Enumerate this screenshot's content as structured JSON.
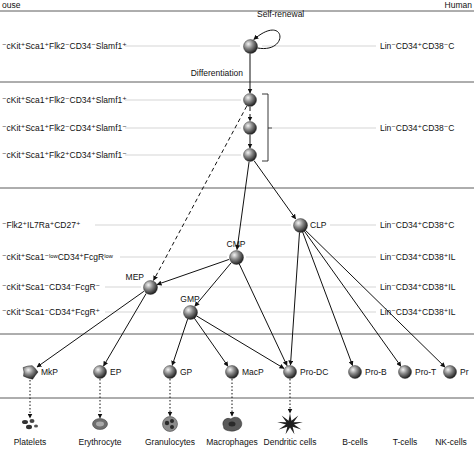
{
  "diagram": {
    "nodes": [
      {
        "text": []
      },
      {
        "text": []
      },
      {
        "text": []
      },
      {
        "text": []
      },
      {
        "text": [
          "CLP"
        ]
      },
      {
        "text": [
          "CMP"
        ]
      },
      {
        "text": [
          "MEP"
        ]
      },
      {
        "text": [
          "GMP"
        ]
      },
      {
        "text": [
          "MkP"
        ]
      },
      {
        "text": [
          "EP"
        ]
      },
      {
        "text": [
          "GP"
        ]
      },
      {
        "text": [
          "MacP"
        ]
      },
      {
        "text": [
          "Pro-DC"
        ]
      },
      {
        "text": [
          "Pro-B"
        ]
      },
      {
        "text": [
          "Pro-T"
        ]
      },
      {
        "text": [
          "Pr"
        ]
      },
      {
        "text": [
          "Platelets"
        ]
      },
      {
        "text": [
          "Erythrocyte"
        ]
      },
      {
        "text": [
          "Granulocytes"
        ]
      },
      {
        "text": [
          "Macrophages"
        ]
      },
      {
        "text": [
          "Dendritic cells"
        ]
      }
    ],
    "edges": [
      {
        "from": 0,
        "to": 0,
        "arrow": "to",
        "label": "Self-renewal"
      },
      {
        "from": 0,
        "to": 1,
        "arrow": "to",
        "label": "Differentiation"
      },
      {
        "from": 1,
        "to": 2,
        "arrow": "to"
      },
      {
        "from": 2,
        "to": 3,
        "arrow": "to"
      },
      {
        "from": 1,
        "to": 6,
        "arrow": "to"
      },
      {
        "from": 3,
        "to": 5,
        "arrow": "to"
      },
      {
        "from": 3,
        "to": 4,
        "arrow": "to"
      },
      {
        "from": 5,
        "to": 6,
        "arrow": "to"
      },
      {
        "from": 5,
        "to": 7,
        "arrow": "to"
      },
      {
        "from": 5,
        "to": 12,
        "arrow": "to"
      },
      {
        "from": 7,
        "to": 12,
        "arrow": "to"
      },
      {
        "from": 4,
        "to": 12,
        "arrow": "to"
      },
      {
        "from": 4,
        "to": 13,
        "arrow": "to"
      },
      {
        "from": 4,
        "to": 14,
        "arrow": "to"
      },
      {
        "from": 4,
        "to": 15,
        "arrow": "to"
      },
      {
        "from": 6,
        "to": 8,
        "arrow": "to"
      },
      {
        "from": 6,
        "to": 9,
        "arrow": "to"
      },
      {
        "from": 7,
        "to": 10,
        "arrow": "to"
      },
      {
        "from": 7,
        "to": 11,
        "arrow": "to"
      },
      {
        "from": 8,
        "to": 16,
        "arrow": "to"
      },
      {
        "from": 9,
        "to": 17,
        "arrow": "to"
      },
      {
        "from": 10,
        "to": 18,
        "arrow": "to"
      },
      {
        "from": 11,
        "to": 19,
        "arrow": "to"
      },
      {
        "from": 12,
        "to": 20,
        "arrow": "to"
      }
    ],
    "labels": [
      "ouse",
      "Human",
      "⁻cKit⁺Sca1⁺Flk2⁻CD34⁻Slamf1⁺",
      "Lin⁻CD34⁺CD38⁻C",
      "⁻cKit⁺Sca1⁺Flk2⁻CD34⁺Slamf1⁺",
      "⁻cKit⁺Sca1⁺Flk2⁻CD34⁺Slamf1⁻",
      "Lin⁻CD34⁺CD38⁻C",
      "⁻cKit⁺Sca1⁺Flk2⁺CD34⁺Slamf1⁻",
      "⁻Flk2⁺IL7Ra⁺CD27⁺",
      "Lin⁻CD34⁺CD38⁺C",
      "⁻cKit⁺Sca1⁻ˡᵒʷCD34⁺FcgRˡᵒʷ",
      "Lin⁻CD34⁺CD38⁺IL",
      "⁻cKit⁺Sca1⁻CD34⁻FcgR⁻",
      "Lin⁻CD34⁺CD38⁺IL",
      "⁻cKit⁺Sca1⁻CD34⁺FcgR⁺",
      "Lin⁻CD34⁺CD38⁺IL",
      "B-cells",
      "T-cells",
      "NK-cells"
    ]
  }
}
